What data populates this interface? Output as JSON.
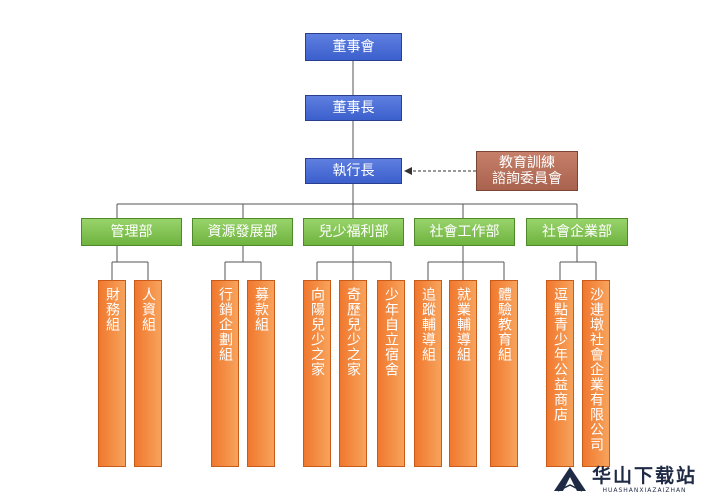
{
  "top": {
    "board": "董事會",
    "chairman": "董事長",
    "ceo": "執行長"
  },
  "advisory": {
    "line1": "教育訓練",
    "line2": "諮詢委員會"
  },
  "departments": [
    {
      "name": "管理部",
      "units": [
        "財務組",
        "人資組"
      ]
    },
    {
      "name": "資源發展部",
      "units": [
        "行銷企劃組",
        "募款組"
      ]
    },
    {
      "name": "兒少福利部",
      "units": [
        "向陽兒少之家",
        "奇歷兒少之家",
        "少年自立宿舍"
      ]
    },
    {
      "name": "社會工作部",
      "units": [
        "追蹤輔導組",
        "就業輔導組",
        "體驗教育組"
      ]
    },
    {
      "name": "社會企業部",
      "units": [
        "逗點青少年公益商店",
        "沙連墩社會企業有限公司"
      ]
    }
  ],
  "watermark": {
    "main": "华山下载站",
    "sub": "HUASHANXIAZAIZHAN"
  },
  "colors": {
    "blue": "#4a6ad6",
    "brown": "#b87058",
    "green": "#7fc04f",
    "orange": "#f28c3f",
    "line": "#555555"
  }
}
